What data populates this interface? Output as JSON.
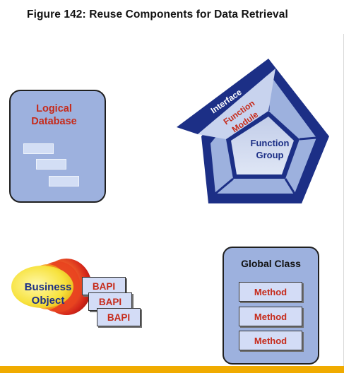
{
  "figure": {
    "title": "Figure 142: Reuse Components for Data Retrieval"
  },
  "logical_database": {
    "label_line1": "Logical",
    "label_line2": "Database"
  },
  "function_group": {
    "interface_label": "Interface",
    "module_line1": "Function",
    "module_line2": "Module",
    "group_line1": "Function",
    "group_line2": "Group"
  },
  "business_object": {
    "label_line1": "Business",
    "label_line2": "Object",
    "bapis": [
      "BAPI",
      "BAPI",
      "BAPI"
    ]
  },
  "global_class": {
    "label": "Global Class",
    "methods": [
      "Method",
      "Method",
      "Method"
    ]
  },
  "colors": {
    "accent_bar": "#f0ab00",
    "navy": "#1c2f86",
    "light_blue": "#9db1de",
    "label_red": "#c62a1a"
  }
}
